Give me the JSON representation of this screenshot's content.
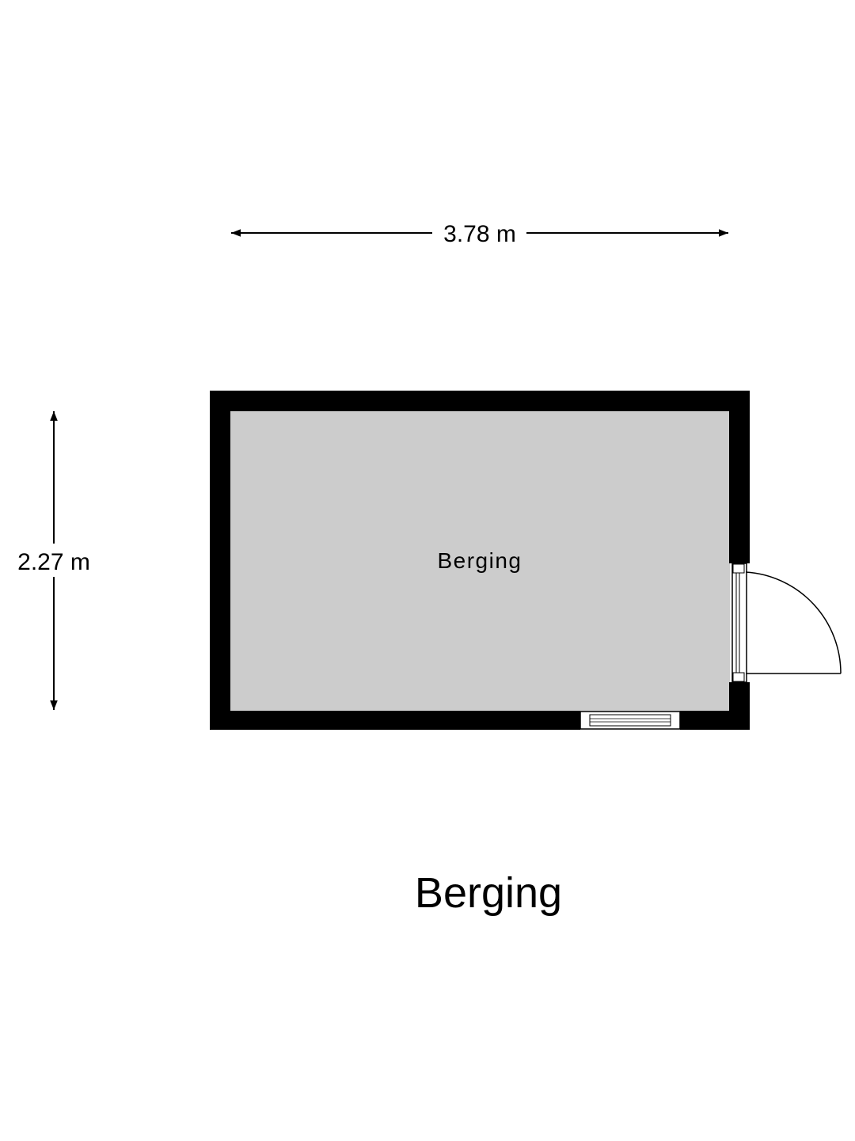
{
  "plan": {
    "title": "Berging",
    "room_label": "Berging",
    "width_dimension": "3.78 m",
    "height_dimension": "2.27 m"
  },
  "colors": {
    "wall": "#000000",
    "floor": "#cccccc",
    "background": "#ffffff"
  }
}
